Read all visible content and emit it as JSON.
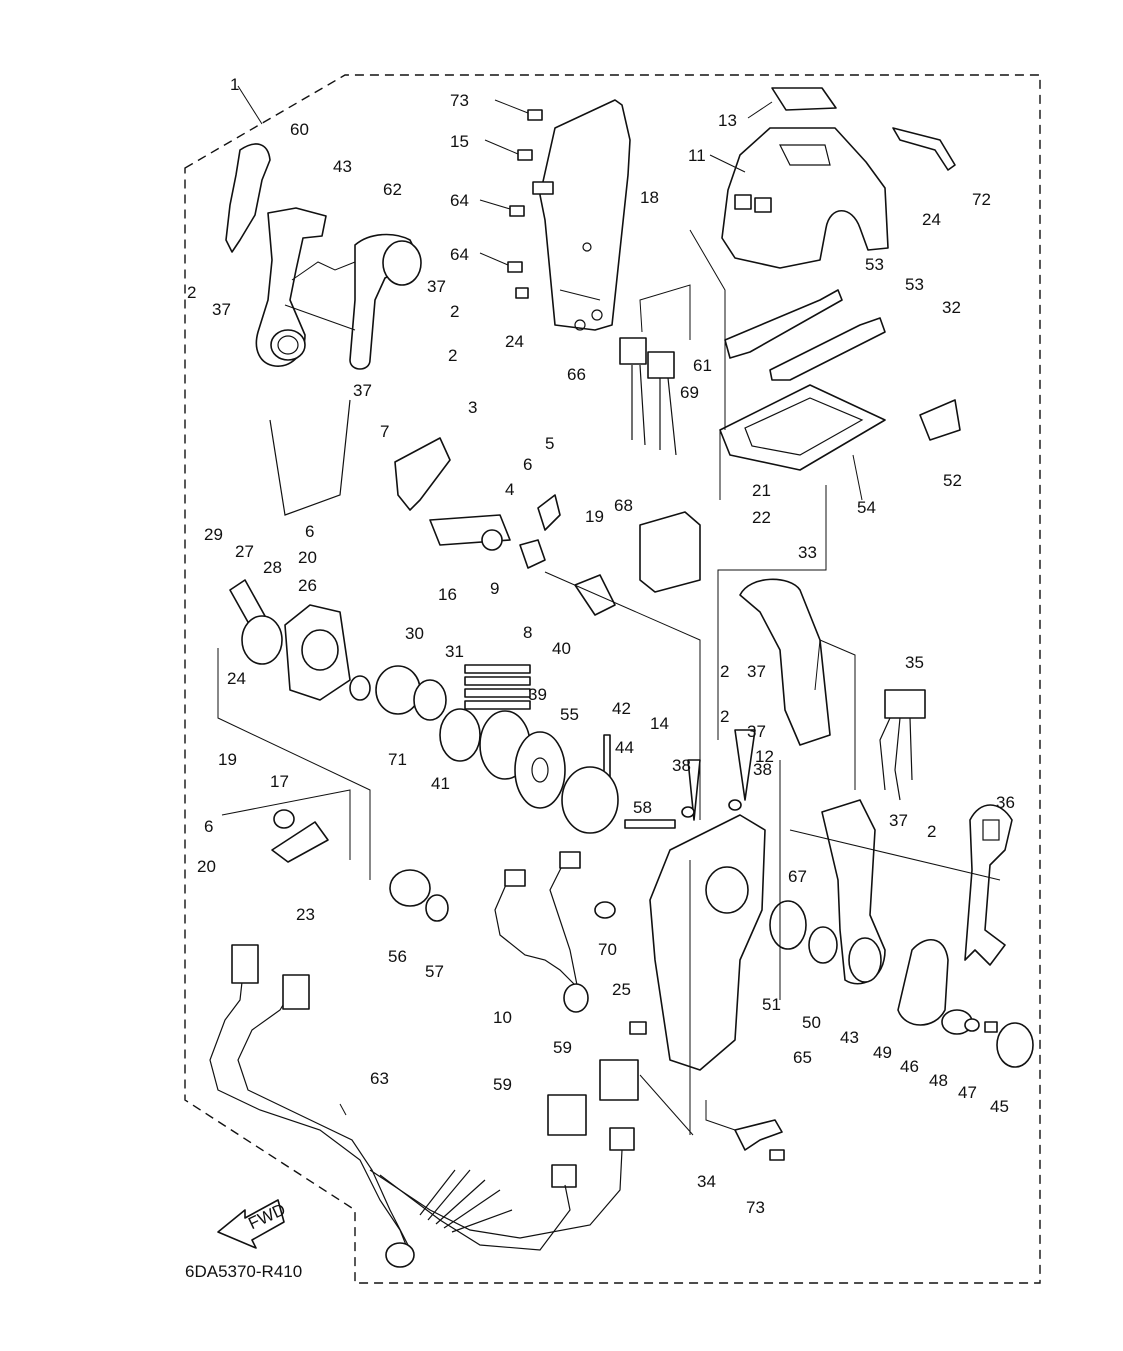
{
  "diagram_code": "6DA5370-R410",
  "direction_label": "FWD",
  "callouts": [
    "1",
    "60",
    "43",
    "62",
    "2",
    "37",
    "37",
    "2",
    "2",
    "37",
    "73",
    "15",
    "64",
    "64",
    "24",
    "13",
    "11",
    "72",
    "24",
    "18",
    "53",
    "53",
    "32",
    "66",
    "61",
    "69",
    "52",
    "54",
    "21",
    "22",
    "3",
    "7",
    "6",
    "20",
    "16",
    "5",
    "6",
    "4",
    "19",
    "9",
    "8",
    "68",
    "29",
    "27",
    "28",
    "26",
    "30",
    "31",
    "40",
    "39",
    "24",
    "55",
    "42",
    "44",
    "71",
    "41",
    "19",
    "17",
    "6",
    "20",
    "23",
    "56",
    "57",
    "14",
    "38",
    "38",
    "12",
    "58",
    "67",
    "70",
    "10",
    "25",
    "59",
    "59",
    "63",
    "65",
    "33",
    "2",
    "37",
    "2",
    "37",
    "35",
    "36",
    "37",
    "2",
    "51",
    "50",
    "43",
    "49",
    "46",
    "48",
    "47",
    "45",
    "34",
    "73"
  ]
}
